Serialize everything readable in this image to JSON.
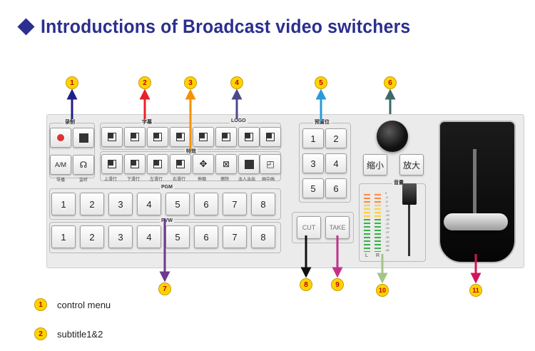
{
  "title": "Introductions of Broadcast video switchers",
  "markers": [
    "1",
    "2",
    "3",
    "4",
    "5",
    "6",
    "7",
    "8",
    "9",
    "10",
    "11"
  ],
  "sections": {
    "record": "录制",
    "subtitle": "字幕",
    "logo": "LOGO",
    "effects": "特效",
    "preset": "预置位",
    "pgm": "PGM",
    "pvw": "PVW",
    "volume": "音量"
  },
  "left_labels": [
    "导播",
    "监听"
  ],
  "effect_labels": [
    "上滑行",
    "下滑行",
    "左滑行",
    "右滑行",
    "伸缩",
    "擦除",
    "淡入淡出",
    "画中画"
  ],
  "program_keys": [
    "1",
    "2",
    "3",
    "4",
    "5",
    "6",
    "7",
    "8"
  ],
  "preset_keys": [
    "1",
    "2",
    "3",
    "4",
    "5",
    "6"
  ],
  "zoom": {
    "out": "缩小",
    "in": "放大"
  },
  "cut_label": "CUT",
  "take_label": "TAKE",
  "meter": {
    "left": "L",
    "right": "R",
    "scale": [
      "0",
      "-3",
      "-6",
      "-9",
      "-12",
      "-15",
      "-18",
      "-21",
      "-24",
      "-27",
      "-30",
      "-40",
      "-50",
      "-60"
    ]
  },
  "legend": [
    {
      "num": "1",
      "text": "control menu"
    },
    {
      "num": "2",
      "text": "subtitle1&2"
    }
  ],
  "colors": {
    "title": "#2b2f8f",
    "marker_fill": "#ffd400",
    "marker_text": "#c00000",
    "arrow1": "#1f1f8a",
    "arrow2": "#e8202a",
    "arrow3": "#f39200",
    "arrow4": "#4a4a8a",
    "arrow5": "#2a9bd8",
    "arrow6": "#3d6a67",
    "arrow7": "#6b3a8e",
    "arrow8": "#111111",
    "arrow9": "#c2318a",
    "arrow10": "#a4c48a",
    "arrow11": "#d4145a"
  }
}
